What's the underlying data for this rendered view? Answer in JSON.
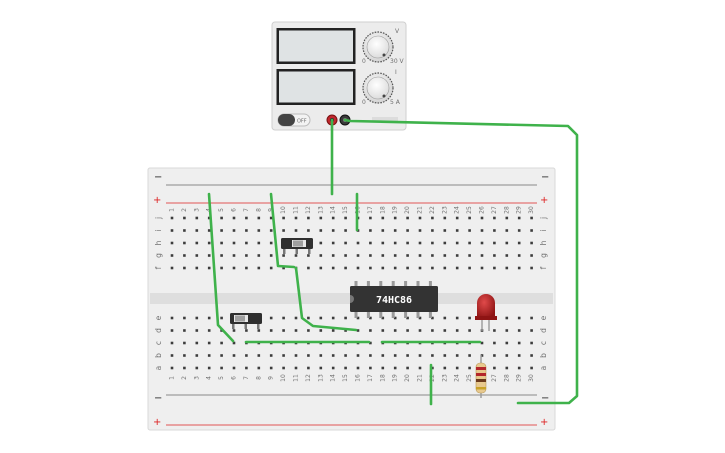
{
  "power_supply": {
    "off_label": "OFF",
    "voltage_knob_label": "V",
    "current_knob_label": "I",
    "scale_max_v": "30 V",
    "scale_max_a": "5 A",
    "scale_min": "0"
  },
  "breadboard": {
    "columns": [
      "1",
      "2",
      "3",
      "4",
      "5",
      "6",
      "7",
      "8",
      "9",
      "10",
      "11",
      "12",
      "13",
      "14",
      "15",
      "16",
      "17",
      "18",
      "19",
      "20",
      "21",
      "22",
      "23",
      "24",
      "25",
      "26",
      "27",
      "28",
      "29",
      "30"
    ],
    "rows_top": [
      "j",
      "i",
      "h",
      "g",
      "f"
    ],
    "rows_bottom": [
      "e",
      "d",
      "c",
      "b",
      "a"
    ],
    "rail_minus": "−",
    "rail_plus": "+"
  },
  "chip": {
    "label": "74HC86"
  },
  "colors": {
    "wire": "#3fb24b",
    "led": "#b01c1c",
    "rail_red": "#d22",
    "board": "#efefef"
  }
}
